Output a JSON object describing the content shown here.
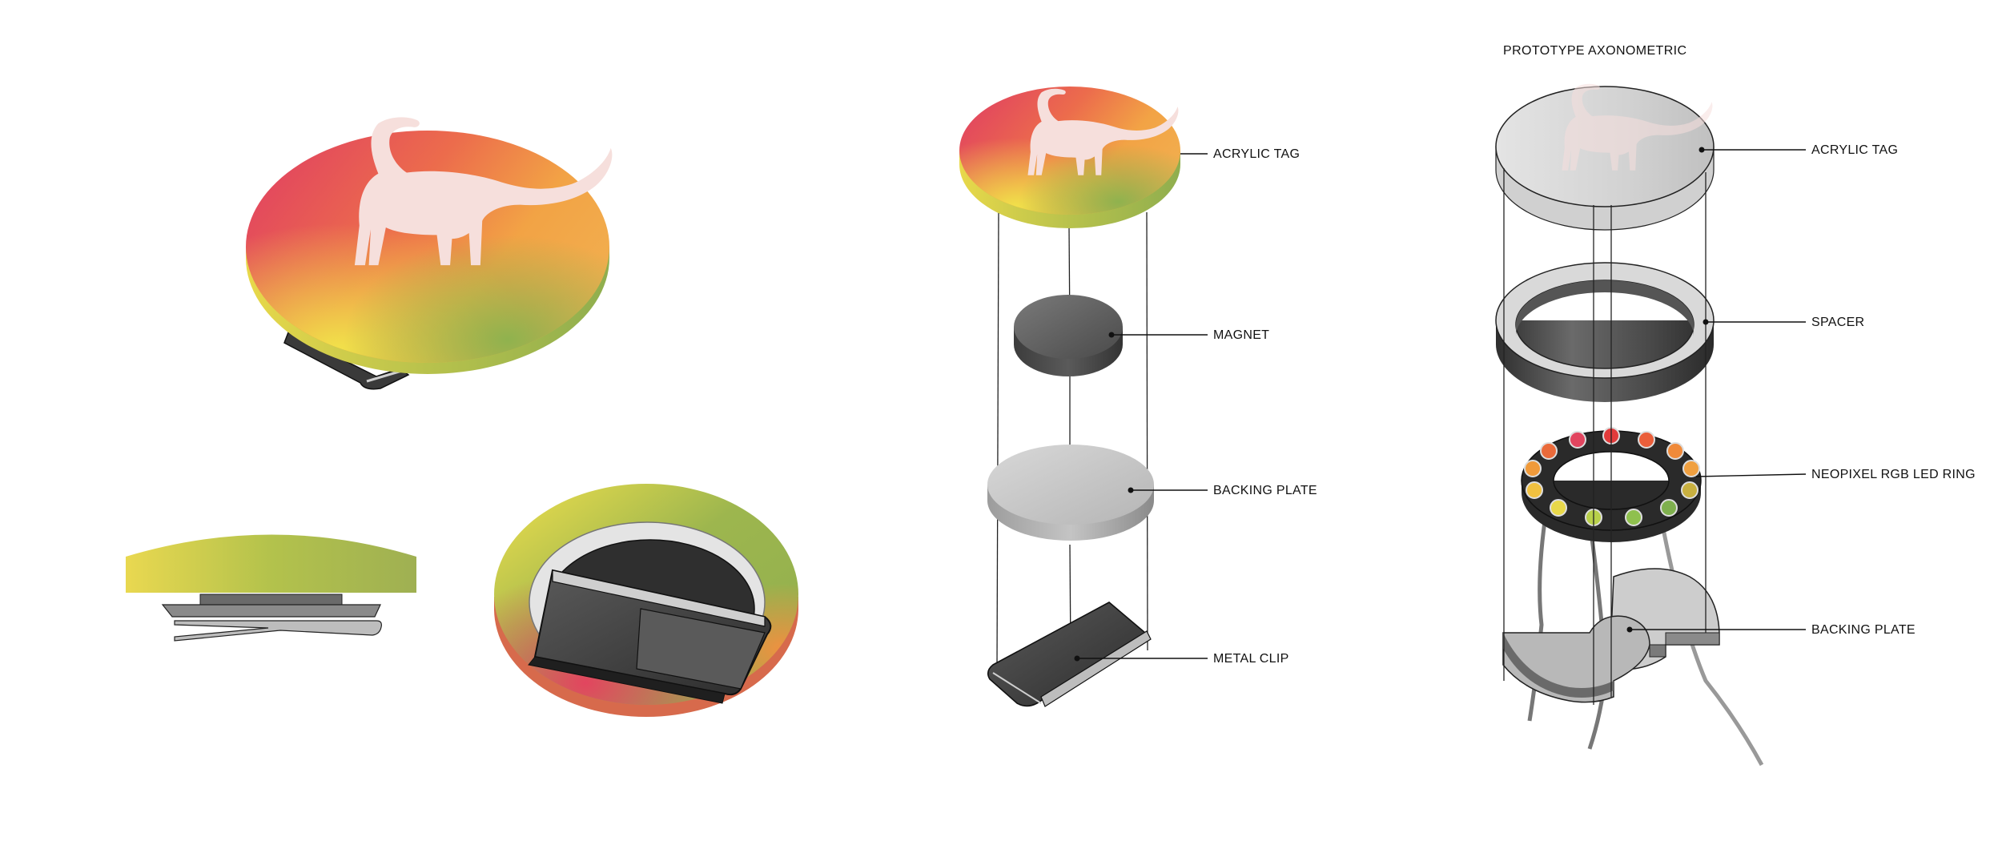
{
  "center_assembly": {
    "labels": {
      "acrylic_tag": "ACRYLIC TAG",
      "magnet": "MAGNET",
      "backing_plate": "BACKING PLATE",
      "metal_clip": "METAL CLIP"
    }
  },
  "prototype_assembly": {
    "title": "PROTOTYPE AXONOMETRIC",
    "labels": {
      "acrylic_tag": "ACRYLIC TAG",
      "spacer": "SPACER",
      "led_ring": "NEOPIXEL RGB LED RING",
      "backing_plate": "BACKING PLATE"
    }
  },
  "colors": {
    "gradient_red": "#e2455f",
    "gradient_orange": "#f0a040",
    "gradient_yellow": "#f1e34a",
    "gradient_green": "#8fb04e",
    "dino_fill": "#f6dfdc",
    "metal_dark": "#3a3a3a",
    "plate_grey": "#c9c9c9"
  },
  "icons": [
    "dinosaur-silhouette-icon"
  ]
}
